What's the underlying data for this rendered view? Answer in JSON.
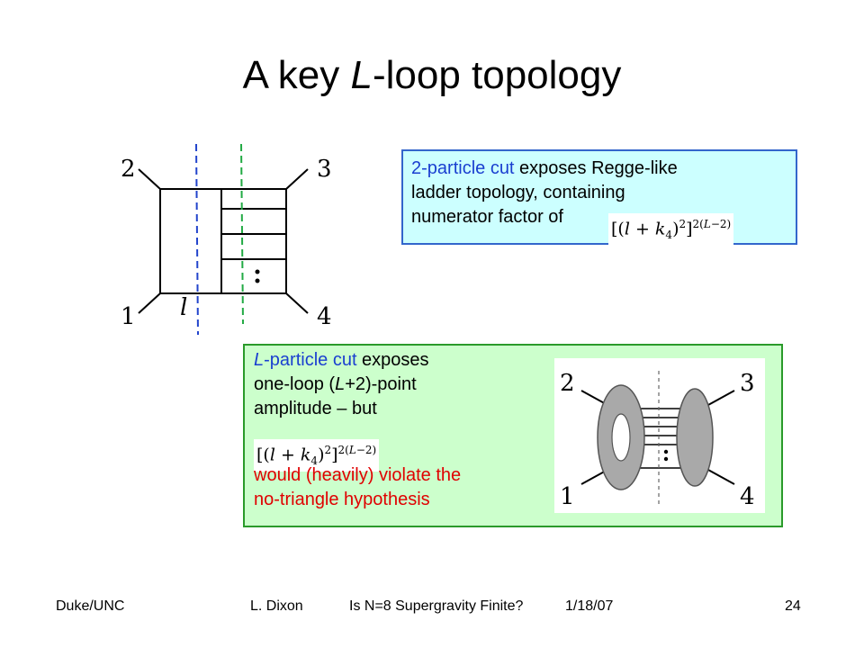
{
  "title": {
    "prefix": "A key ",
    "italic": "L",
    "suffix": "-loop topology"
  },
  "ladder_diagram": {
    "labels": {
      "p2": "2",
      "p3": "3",
      "p1": "1",
      "p4": "4",
      "loop": "l"
    },
    "colors": {
      "cut_blue": "#2244cc",
      "cut_green": "#22aa44"
    }
  },
  "top_box": {
    "highlight": "2-particle cut",
    "line1_rest": " exposes Regge-like",
    "line2": "ladder topology, containing",
    "line3": "numerator factor of",
    "formula": "[(l + k4)²]^2(L−2)"
  },
  "bottom_box": {
    "hl_italic": "L",
    "hl_rest": "-particle cut",
    "line1_rest": " exposes",
    "line2_a": "one-loop (",
    "line2_italic": "L",
    "line2_b": "+2)-point",
    "line3": "amplitude – but",
    "formula": "[(l + k4)²]^2(L−2)",
    "red_line1": "would (heavily) violate the",
    "red_line2": "no-triangle hypothesis"
  },
  "oneloop_diagram": {
    "labels": {
      "p2": "2",
      "p3": "3",
      "p1": "1",
      "p4": "4"
    }
  },
  "footer": {
    "left": "Duke/UNC",
    "author": "L. Dixon",
    "talk": "Is N=8 Supergravity Finite?",
    "date": "1/18/07",
    "page": "24"
  },
  "colors": {
    "top_box_bg": "#ccffff",
    "bottom_box_bg": "#ccffcc",
    "highlight_blue": "#1a3fd0",
    "warning_red": "#e00000"
  }
}
